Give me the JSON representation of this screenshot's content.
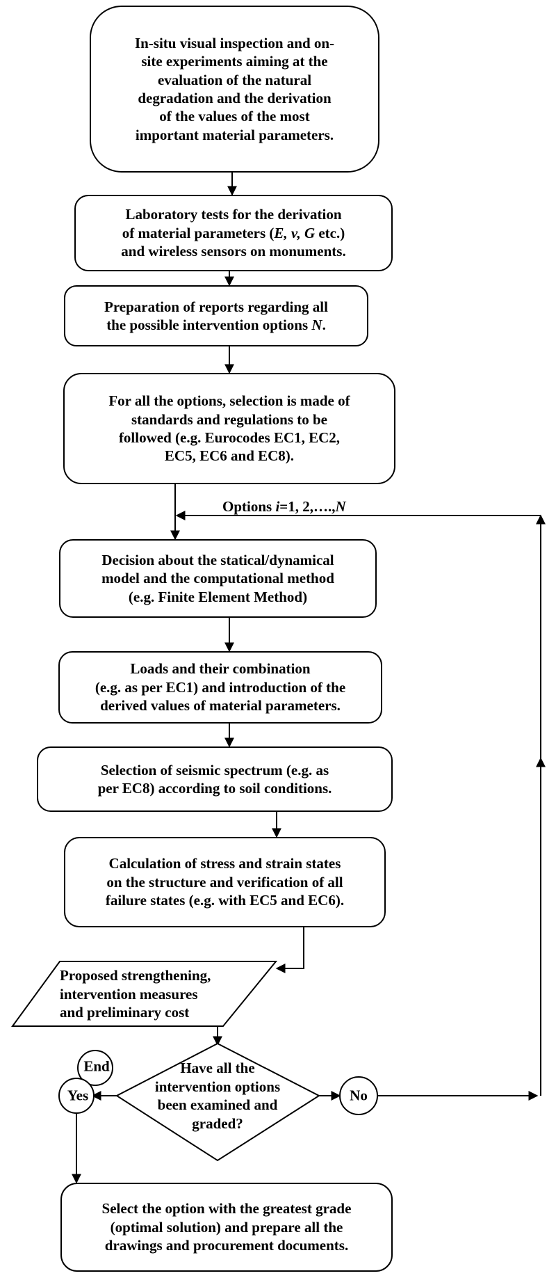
{
  "steps": {
    "inspection": [
      "In-situ visual inspection and on-",
      "site experiments aiming at the",
      "evaluation of the natural",
      "degradation and the derivation",
      "of the values of the most",
      "important material parameters."
    ],
    "lab": {
      "line1": "Laboratory tests for the derivation",
      "line2_pre": "of material parameters (",
      "line2_e": "E, v, G",
      "line2_post": " etc.)",
      "line3": "and wireless sensors on monuments."
    },
    "reports": {
      "line1": "Preparation of reports regarding all",
      "line2_pre": "the possible intervention options ",
      "line2_n": "N",
      "line2_post": "."
    },
    "standards": [
      "For all the options, selection is made of",
      "standards and regulations to be",
      "followed (e.g. Eurocodes EC1, EC2,",
      "EC5, EC6 and EC8)."
    ],
    "model": [
      "Decision about the statical/dynamical",
      "model and the computational method",
      "(e.g. Finite Element Method)"
    ],
    "loads": [
      "Loads and their combination",
      "(e.g. as per EC1) and introduction of the",
      "derived values of material parameters."
    ],
    "seismic": [
      "Selection of seismic spectrum (e.g. as",
      "per EC8) according to soil conditions."
    ],
    "calculation": [
      "Calculation of stress and strain states",
      "on the structure and verification of all",
      "failure states (e.g. with EC5 and EC6)."
    ],
    "proposed": [
      "Proposed strengthening,",
      "intervention measures",
      "and preliminary cost"
    ],
    "decision": [
      "Have all the",
      "intervention options",
      "been examined and",
      "graded?"
    ],
    "final": [
      "Select the option with the greatest grade",
      "(optimal solution) and prepare all the",
      "drawings and procurement documents."
    ]
  },
  "loop": {
    "pre": "Options ",
    "i": "i",
    "mid": "=1, 2,….,",
    "n": "N"
  },
  "terminals": {
    "end": "End",
    "yes": "Yes",
    "no": "No"
  }
}
